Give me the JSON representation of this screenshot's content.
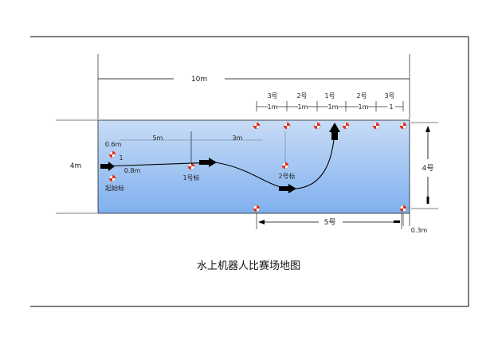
{
  "caption": "水上机器人比赛场地图",
  "labels": {
    "width_total": "10m",
    "height_left": "4m",
    "height_right": "4号",
    "bottom_span": "5号",
    "bottom_offset": "0.3m",
    "seg_a": "5m",
    "seg_b": "3m",
    "start_offset": "0.6m",
    "start_dist": "0.8m",
    "start_marker": "1",
    "start_buoy": "起始标",
    "buoy1": "1号标",
    "buoy2": "2号标",
    "top_nums": [
      "3号",
      "2号",
      "1号",
      "2号",
      "3号"
    ],
    "top_gaps": [
      "1m",
      "1m",
      "1m",
      "1m",
      "1"
    ]
  },
  "colors": {
    "pool_top": "#c8dcf6",
    "pool_bottom": "#7fb0ee",
    "buoy": "#e0301e",
    "path": "#000000"
  }
}
